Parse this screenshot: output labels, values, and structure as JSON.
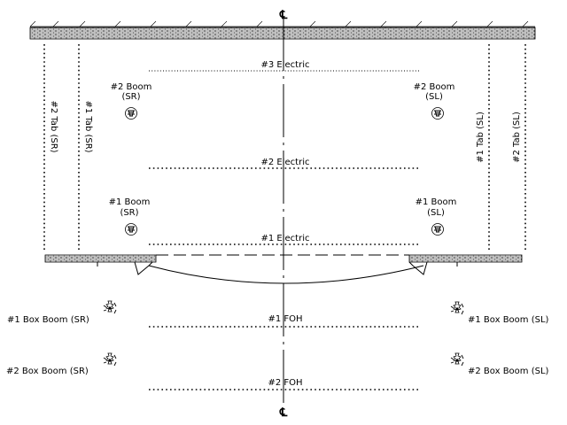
{
  "centerline_symbol": "℄",
  "pipes": {
    "electric_3": "#3 Electric",
    "electric_2": "#2 Electric",
    "electric_1": "#1 Electric",
    "foh_1": "#1 FOH",
    "foh_2": "#2 FOH"
  },
  "booms": {
    "boom2_sr": [
      "#2 Boom",
      "(SR)"
    ],
    "boom2_sl": [
      "#2 Boom",
      "(SL)"
    ],
    "boom1_sr": [
      "#1 Boom",
      "(SR)"
    ],
    "boom1_sl": [
      "#1 Boom",
      "(SL)"
    ]
  },
  "tabs": {
    "tab2_sr": "#2 Tab (SR)",
    "tab1_sr": "#1 Tab (SR)",
    "tab1_sl": "#1 Tab (SL)",
    "tab2_sl": "#2 Tab (SL)"
  },
  "box_booms": {
    "box1_sr": "#1 Box Boom (SR)",
    "box1_sl": "#1 Box Boom (SL)",
    "box2_sr": "#2 Box Boom (SR)",
    "box2_sl": "#2 Box Boom (SL)"
  },
  "icons": {
    "boom_fixture": "boom-fixture-icon",
    "box_boom_fixture": "box-boom-fixture-icon"
  },
  "colors": {
    "ink": "#000000",
    "paper": "#ffffff"
  }
}
